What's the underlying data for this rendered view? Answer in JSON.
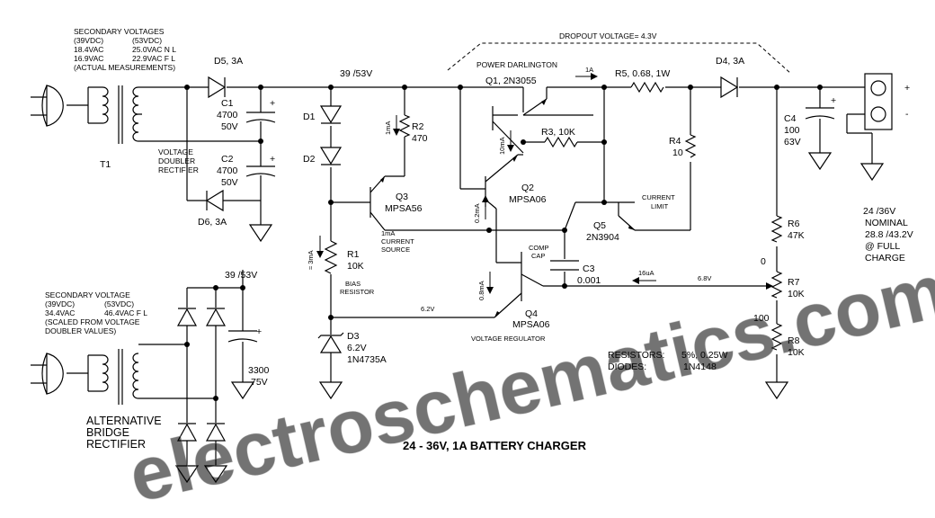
{
  "title": "24 - 36V, 1A BATTERY CHARGER",
  "watermark": "electroschematics.com",
  "transformer_notes": {
    "heading": "SECONDARY VOLTAGES",
    "col1": [
      "(39VDC)",
      "18.4VAC",
      "16.9VAC"
    ],
    "col2": [
      "(53VDC)",
      "25.0VAC N L",
      "22.9VAC F L"
    ],
    "footer": "(ACTUAL MEASUREMENTS)"
  },
  "transformer_label": "T1",
  "doubler_label": [
    "VOLTAGE",
    "DOUBLER",
    "RECTIFIER"
  ],
  "alt_notes": {
    "heading": "SECONDARY VOLTAGE",
    "col1": [
      "(39VDC)",
      "34.4VAC"
    ],
    "col2": [
      "(53VDC)",
      "46.4VAC F L"
    ],
    "footer1": "(SCALED FROM VOLTAGE",
    "footer2": "DOUBLER VALUES)"
  },
  "alt_label": [
    "ALTERNATIVE",
    "BRIDGE",
    "RECTIFIER"
  ],
  "parts": {
    "d5": "D5, 3A",
    "d6": "D6, 3A",
    "c1": [
      "C1",
      "4700",
      "50V"
    ],
    "c2": [
      "C2",
      "4700",
      "50V"
    ],
    "d1": "D1",
    "d2": "D2",
    "r2": [
      "R2",
      "470"
    ],
    "q3": [
      "Q3",
      "MPSA56"
    ],
    "r1": [
      "R1",
      "10K"
    ],
    "d3": [
      "D3",
      "6.2V",
      "1N4735A"
    ],
    "q1": [
      "POWER DARLINGTON",
      "Q1, 2N3055"
    ],
    "r3": "R3, 10K",
    "q2": [
      "Q2",
      "MPSA06"
    ],
    "q5": [
      "Q5",
      "2N3904"
    ],
    "q4": [
      "Q4",
      "MPSA06"
    ],
    "c3": [
      "C3",
      "0.001"
    ],
    "r5": "R5, 0.68, 1W",
    "r4": [
      "R4",
      "10"
    ],
    "d4": "D4, 3A",
    "c4": [
      "C4",
      "100",
      "63V"
    ],
    "r6": [
      "R6",
      "47K"
    ],
    "r7": [
      "R7",
      "10K"
    ],
    "r8": [
      "R8",
      "10K"
    ],
    "c_alt": [
      "3300",
      "75V"
    ]
  },
  "annotations": {
    "supply_voltage": "39 /53V",
    "supply_voltage_alt": "39 /53V",
    "dropout": "DROPOUT VOLTAGE= 4.3V",
    "i_1a": "1A",
    "i_1ma": "1mA",
    "i_10ma": "10mA",
    "i_02ma": "0.2mA",
    "i_3ma": "≈ 3mA",
    "i_08ma": "0.8mA",
    "i_16ua": "16uA",
    "current_source": [
      "1mA",
      "CURRENT",
      "SOURCE"
    ],
    "bias_resistor": [
      "BIAS",
      "RESISTOR"
    ],
    "current_limit": [
      "CURRENT",
      "LIMIT"
    ],
    "comp_cap": [
      "COMP",
      "CAP"
    ],
    "voltage_regulator": "VOLTAGE REGULATOR",
    "v62": "6.2V",
    "v68": "6.8V",
    "pot_top": "0",
    "pot_bottom": "100",
    "plus": "+",
    "minus": "-",
    "output": [
      "24 /36V",
      "NOMINAL",
      "28.8 /43.2V",
      "@ FULL",
      "CHARGE"
    ]
  },
  "notes": {
    "resistors_label": "RESISTORS:",
    "resistors_value": "5%, 0.25W",
    "diodes_label": "DIODES:",
    "diodes_value": "1N4148"
  }
}
